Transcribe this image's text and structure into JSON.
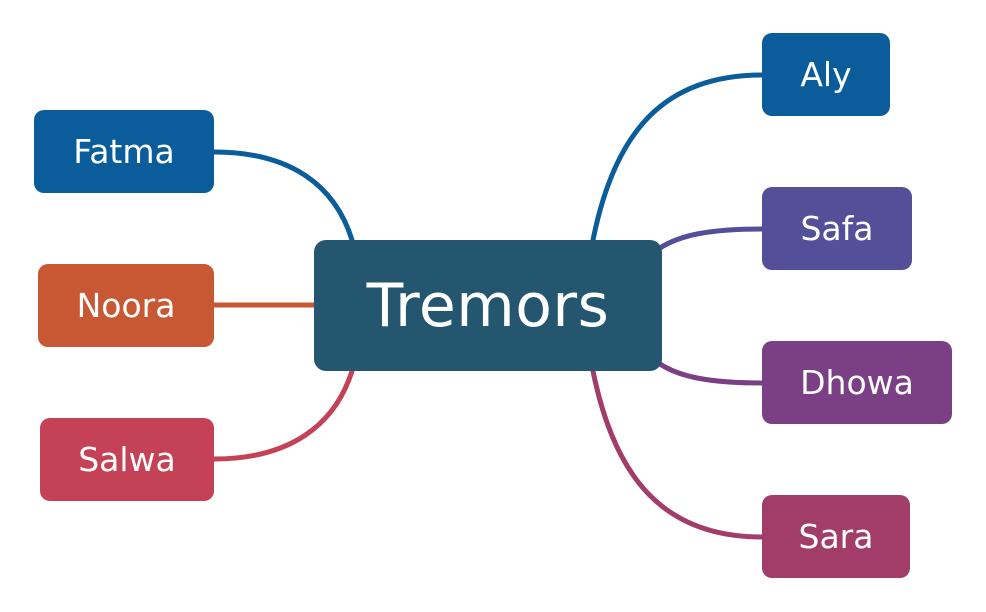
{
  "central": {
    "label": "Tremors",
    "color": "#245670"
  },
  "branches": [
    {
      "id": "fatma",
      "label": "Fatma",
      "color": "#0b5c9a"
    },
    {
      "id": "noora",
      "label": "Noora",
      "color": "#c75833"
    },
    {
      "id": "salwa",
      "label": "Salwa",
      "color": "#c54256"
    },
    {
      "id": "aly",
      "label": "Aly",
      "color": "#0b5c9a"
    },
    {
      "id": "safa",
      "label": "Safa",
      "color": "#534f98"
    },
    {
      "id": "dhowa",
      "label": "Dhowa",
      "color": "#7a3f84"
    },
    {
      "id": "sara",
      "label": "Sara",
      "color": "#a23d69"
    }
  ]
}
